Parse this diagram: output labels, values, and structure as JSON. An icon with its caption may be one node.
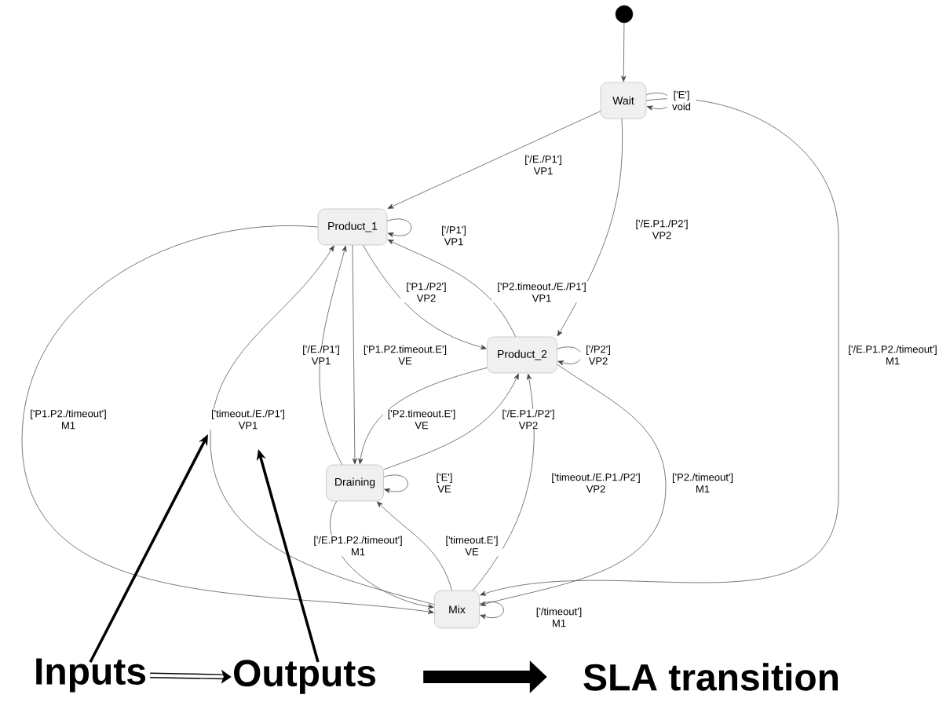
{
  "diagram": {
    "nodes": [
      {
        "text": [],
        "shape": "circle"
      },
      {
        "text": [
          "Wait"
        ]
      },
      {
        "text": [
          "Product_1"
        ]
      },
      {
        "text": [
          "Product_2"
        ]
      },
      {
        "text": [
          "Draining"
        ]
      },
      {
        "text": [
          "Mix"
        ]
      },
      {
        "text": [
          "Inputs"
        ]
      },
      {
        "text": [
          "Outputs"
        ]
      },
      {
        "text": [
          "SLA transition"
        ]
      }
    ],
    "edges": [
      {
        "from": 0,
        "to": 1,
        "arrow": "to"
      },
      {
        "from": 1,
        "to": 1,
        "arrow": "to",
        "label": "['E'] void"
      },
      {
        "from": 1,
        "to": 2,
        "arrow": "to",
        "label": "['/E./P1'] VP1"
      },
      {
        "from": 1,
        "to": 3,
        "arrow": "to",
        "label": "['/E.P1./P2'] VP2"
      },
      {
        "from": 1,
        "to": 5,
        "arrow": "to",
        "label": "['/E.P1.P2./timeout'] M1"
      },
      {
        "from": 2,
        "to": 2,
        "arrow": "to",
        "label": "['/P1'] VP1"
      },
      {
        "from": 2,
        "to": 3,
        "arrow": "to",
        "label": "['P1./P2'] VP2"
      },
      {
        "from": 3,
        "to": 2,
        "arrow": "to",
        "label": "['P2.timeout./E./P1'] VP1"
      },
      {
        "from": 2,
        "to": 4,
        "arrow": "to",
        "label": "['P1.P2.timeout.E'] VE"
      },
      {
        "from": 4,
        "to": 2,
        "arrow": "to",
        "label": "['/E./P1'] VP1"
      },
      {
        "from": 5,
        "to": 2,
        "arrow": "to",
        "label": "['timeout./E./P1'] VP1"
      },
      {
        "from": 2,
        "to": 5,
        "arrow": "to",
        "label": "['P1.P2./timeout'] M1"
      },
      {
        "from": 3,
        "to": 3,
        "arrow": "to",
        "label": "['/P2'] VP2"
      },
      {
        "from": 3,
        "to": 4,
        "arrow": "to",
        "label": "['P2.timeout.E'] VE"
      },
      {
        "from": 4,
        "to": 3,
        "arrow": "to",
        "label": "['/E.P1./P2'] VP2"
      },
      {
        "from": 4,
        "to": 4,
        "arrow": "to",
        "label": "['E'] VE"
      },
      {
        "from": 4,
        "to": 5,
        "arrow": "to",
        "label": "['/E.P1.P2./timeout'] M1"
      },
      {
        "from": 5,
        "to": 4,
        "arrow": "to",
        "label": "['timeout.E'] VE"
      },
      {
        "from": 5,
        "to": 3,
        "arrow": "to",
        "label": "['timeout./E.P1./P2'] VP2"
      },
      {
        "from": 3,
        "to": 5,
        "arrow": "to",
        "label": "['P2./timeout'] M1"
      },
      {
        "from": 5,
        "to": 5,
        "arrow": "to",
        "label": "['/timeout'] M1"
      },
      {
        "from": 6,
        "to": 7,
        "arrow": "to",
        "style": "thick"
      },
      {
        "from": 7,
        "to": 8,
        "arrow": "to",
        "style": "thick"
      },
      {
        "from": 6,
        "to": null,
        "arrow": "to",
        "style": "thick"
      },
      {
        "from": 7,
        "to": null,
        "arrow": "to",
        "style": "thick"
      }
    ]
  }
}
